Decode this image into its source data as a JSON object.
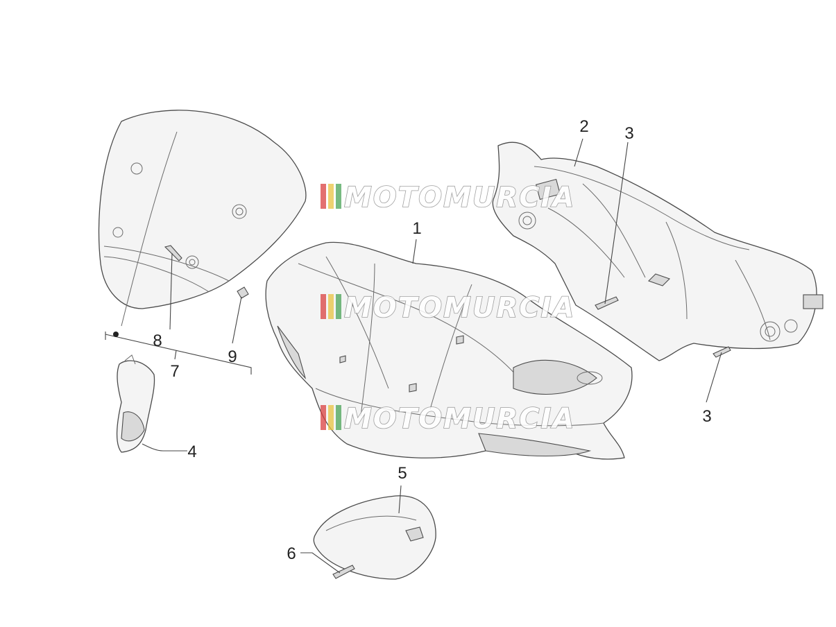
{
  "callouts": {
    "c1": "1",
    "c2": "2",
    "c3a": "3",
    "c3b": "3",
    "c4": "4",
    "c5": "5",
    "c6": "6",
    "c7": "7",
    "c8": "8",
    "c9": "9"
  },
  "watermark": {
    "text": "MOTOMURCIA",
    "stripe_colors": [
      "#d94040",
      "#e8c341",
      "#4aa357"
    ]
  }
}
